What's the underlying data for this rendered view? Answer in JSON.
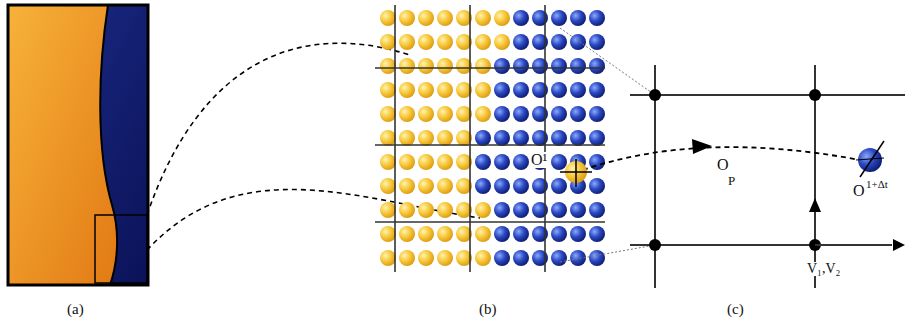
{
  "diagram": {
    "labels": [
      "(a)",
      "(b)",
      "(c)",
      "O¹",
      "O",
      "P",
      "O",
      "1+Δt",
      "V₁,V₂"
    ]
  }
}
